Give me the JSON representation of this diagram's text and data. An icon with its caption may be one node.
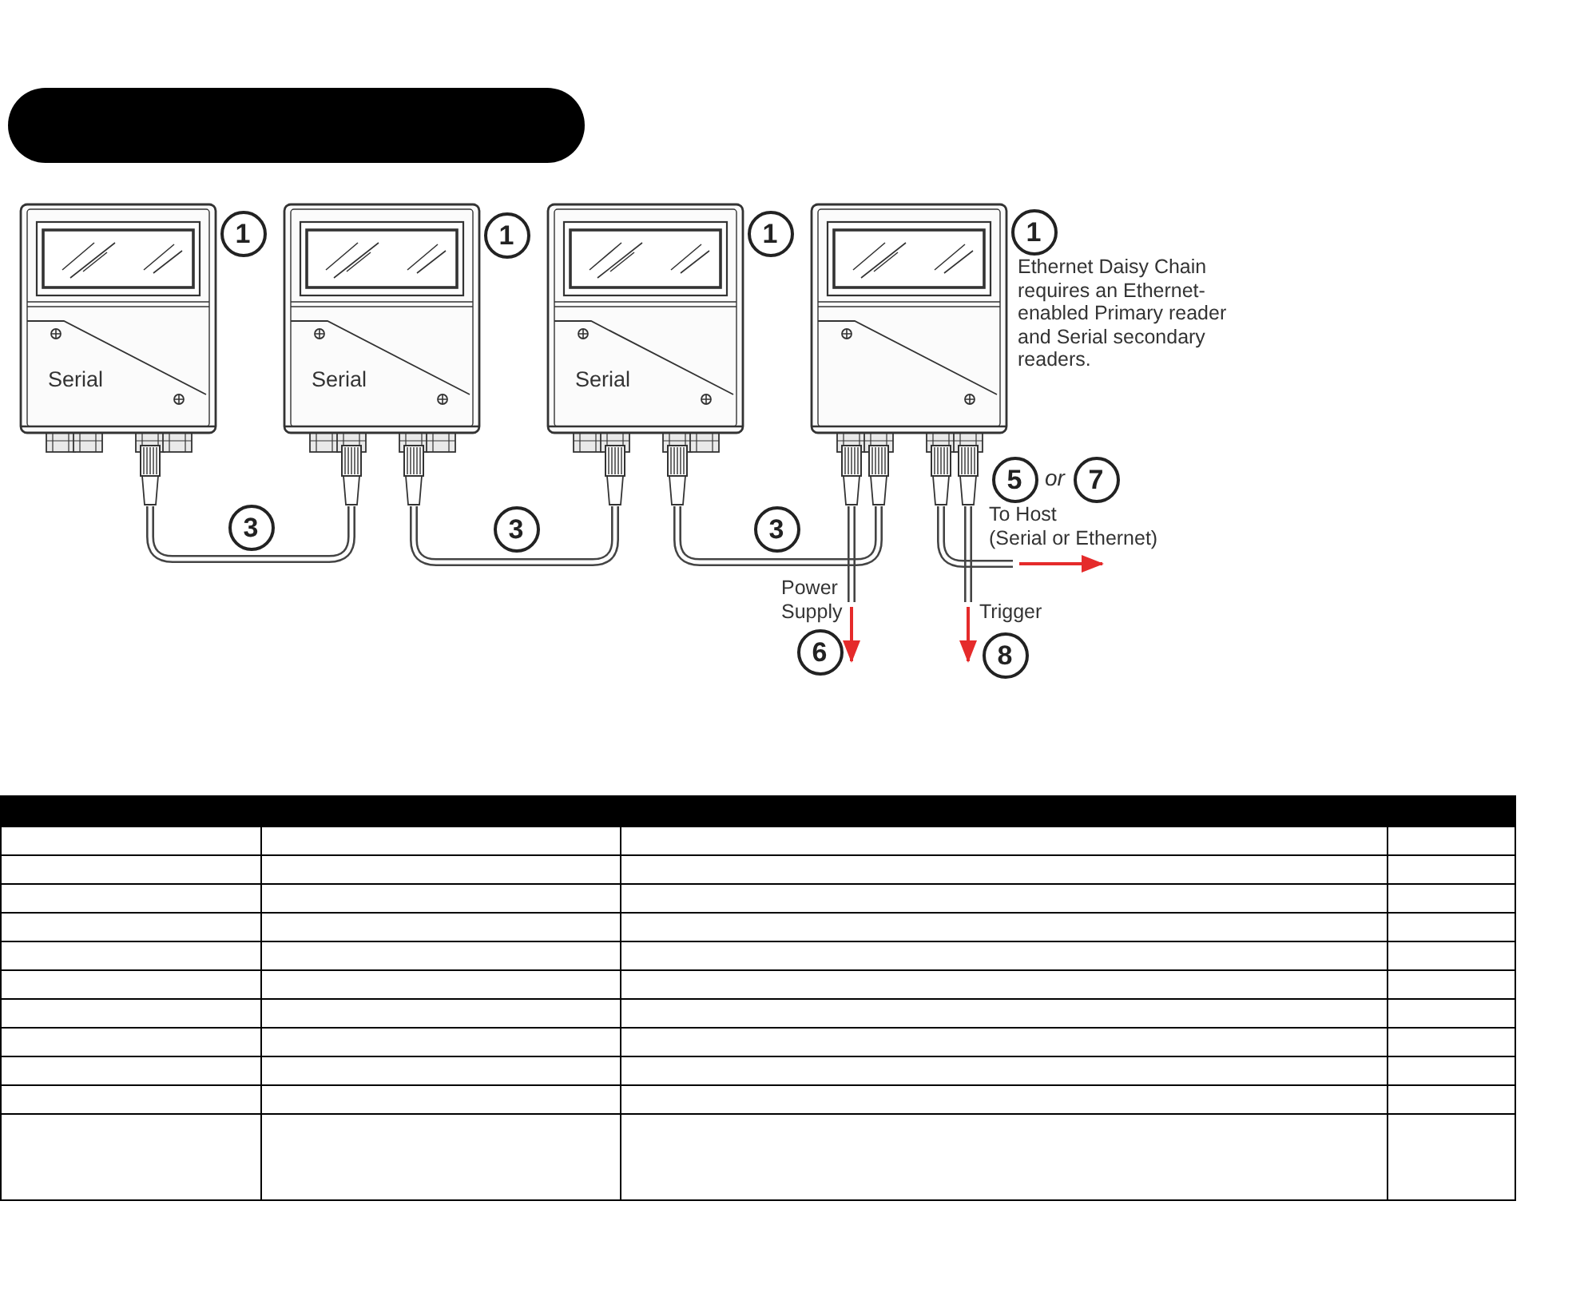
{
  "diagram": {
    "nodes": [
      {
        "text": [
          "Serial"
        ]
      },
      {
        "text": [
          "Serial"
        ]
      },
      {
        "text": [
          "Serial"
        ]
      },
      {
        "text": [],
        "shape": "picture"
      }
    ],
    "edges": [
      {
        "from": 0,
        "to": 1,
        "arrow": "none",
        "label": "3"
      },
      {
        "from": 1,
        "to": 2,
        "arrow": "none",
        "label": "3"
      },
      {
        "from": 2,
        "to": 3,
        "arrow": "none",
        "label": "3"
      },
      {
        "from": 3,
        "to": null,
        "arrow": "none",
        "label": "Power Supply"
      },
      {
        "from": 3,
        "to": null,
        "arrow": "none",
        "label": "To Host (Serial or Ethernet)"
      },
      {
        "from": 3,
        "to": null,
        "arrow": "none",
        "label": "Trigger"
      }
    ],
    "labels": [
      "1",
      "1",
      "1",
      "1",
      "Ethernet Daisy Chain requires an Ethernet-enabled Primary reader and Serial secondary readers.",
      "5",
      "or",
      "7",
      "6",
      "8"
    ]
  }
}
